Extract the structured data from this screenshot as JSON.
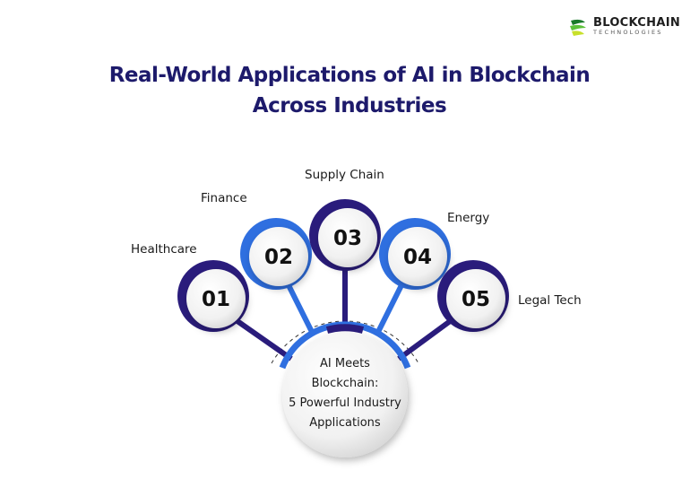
{
  "logo": {
    "line1": "BLOCKCHAIN",
    "line2": "TECHNOLOGIES"
  },
  "title": {
    "line1": "Real-World Applications of AI in Blockchain",
    "line2": "Across Industries"
  },
  "hub": {
    "lines": [
      "AI Meets",
      "Blockchain:",
      "5 Powerful Industry",
      "Applications"
    ]
  },
  "items": [
    {
      "number": "01",
      "label": "Healthcare",
      "ring_color": "#2a1c7c"
    },
    {
      "number": "02",
      "label": "Finance",
      "ring_color": "#2f6fe0"
    },
    {
      "number": "03",
      "label": "Supply Chain",
      "ring_color": "#2a1c7c"
    },
    {
      "number": "04",
      "label": "Energy",
      "ring_color": "#2f6fe0"
    },
    {
      "number": "05",
      "label": "Legal Tech",
      "ring_color": "#2a1c7c"
    }
  ]
}
